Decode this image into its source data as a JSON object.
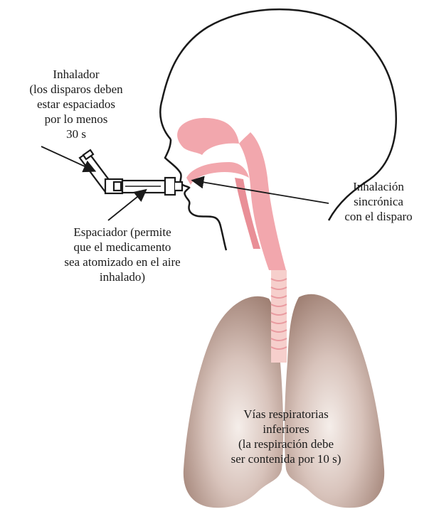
{
  "labels": {
    "inhaler": [
      "Inhalador",
      "(los disparos deben",
      "estar espaciados",
      "por lo menos",
      "30 s"
    ],
    "spacer": [
      "Espaciador (permite",
      "que el medicamento",
      "sea atomizado en el aire",
      "inhalado)"
    ],
    "inhalation": [
      "Inhalación",
      "sincrónica",
      "con el disparo"
    ],
    "airways": [
      "Vías respiratorias",
      "inferiores",
      "(la respiración debe",
      "ser contenida por 10 s)"
    ]
  },
  "colors": {
    "airway_pink": "#f2a7ad",
    "trachea_ring": "#f8d3d0",
    "lung_brown": "#9c7b70",
    "lung_highlight": "#f4ece8",
    "outline": "#1a1a1a"
  }
}
